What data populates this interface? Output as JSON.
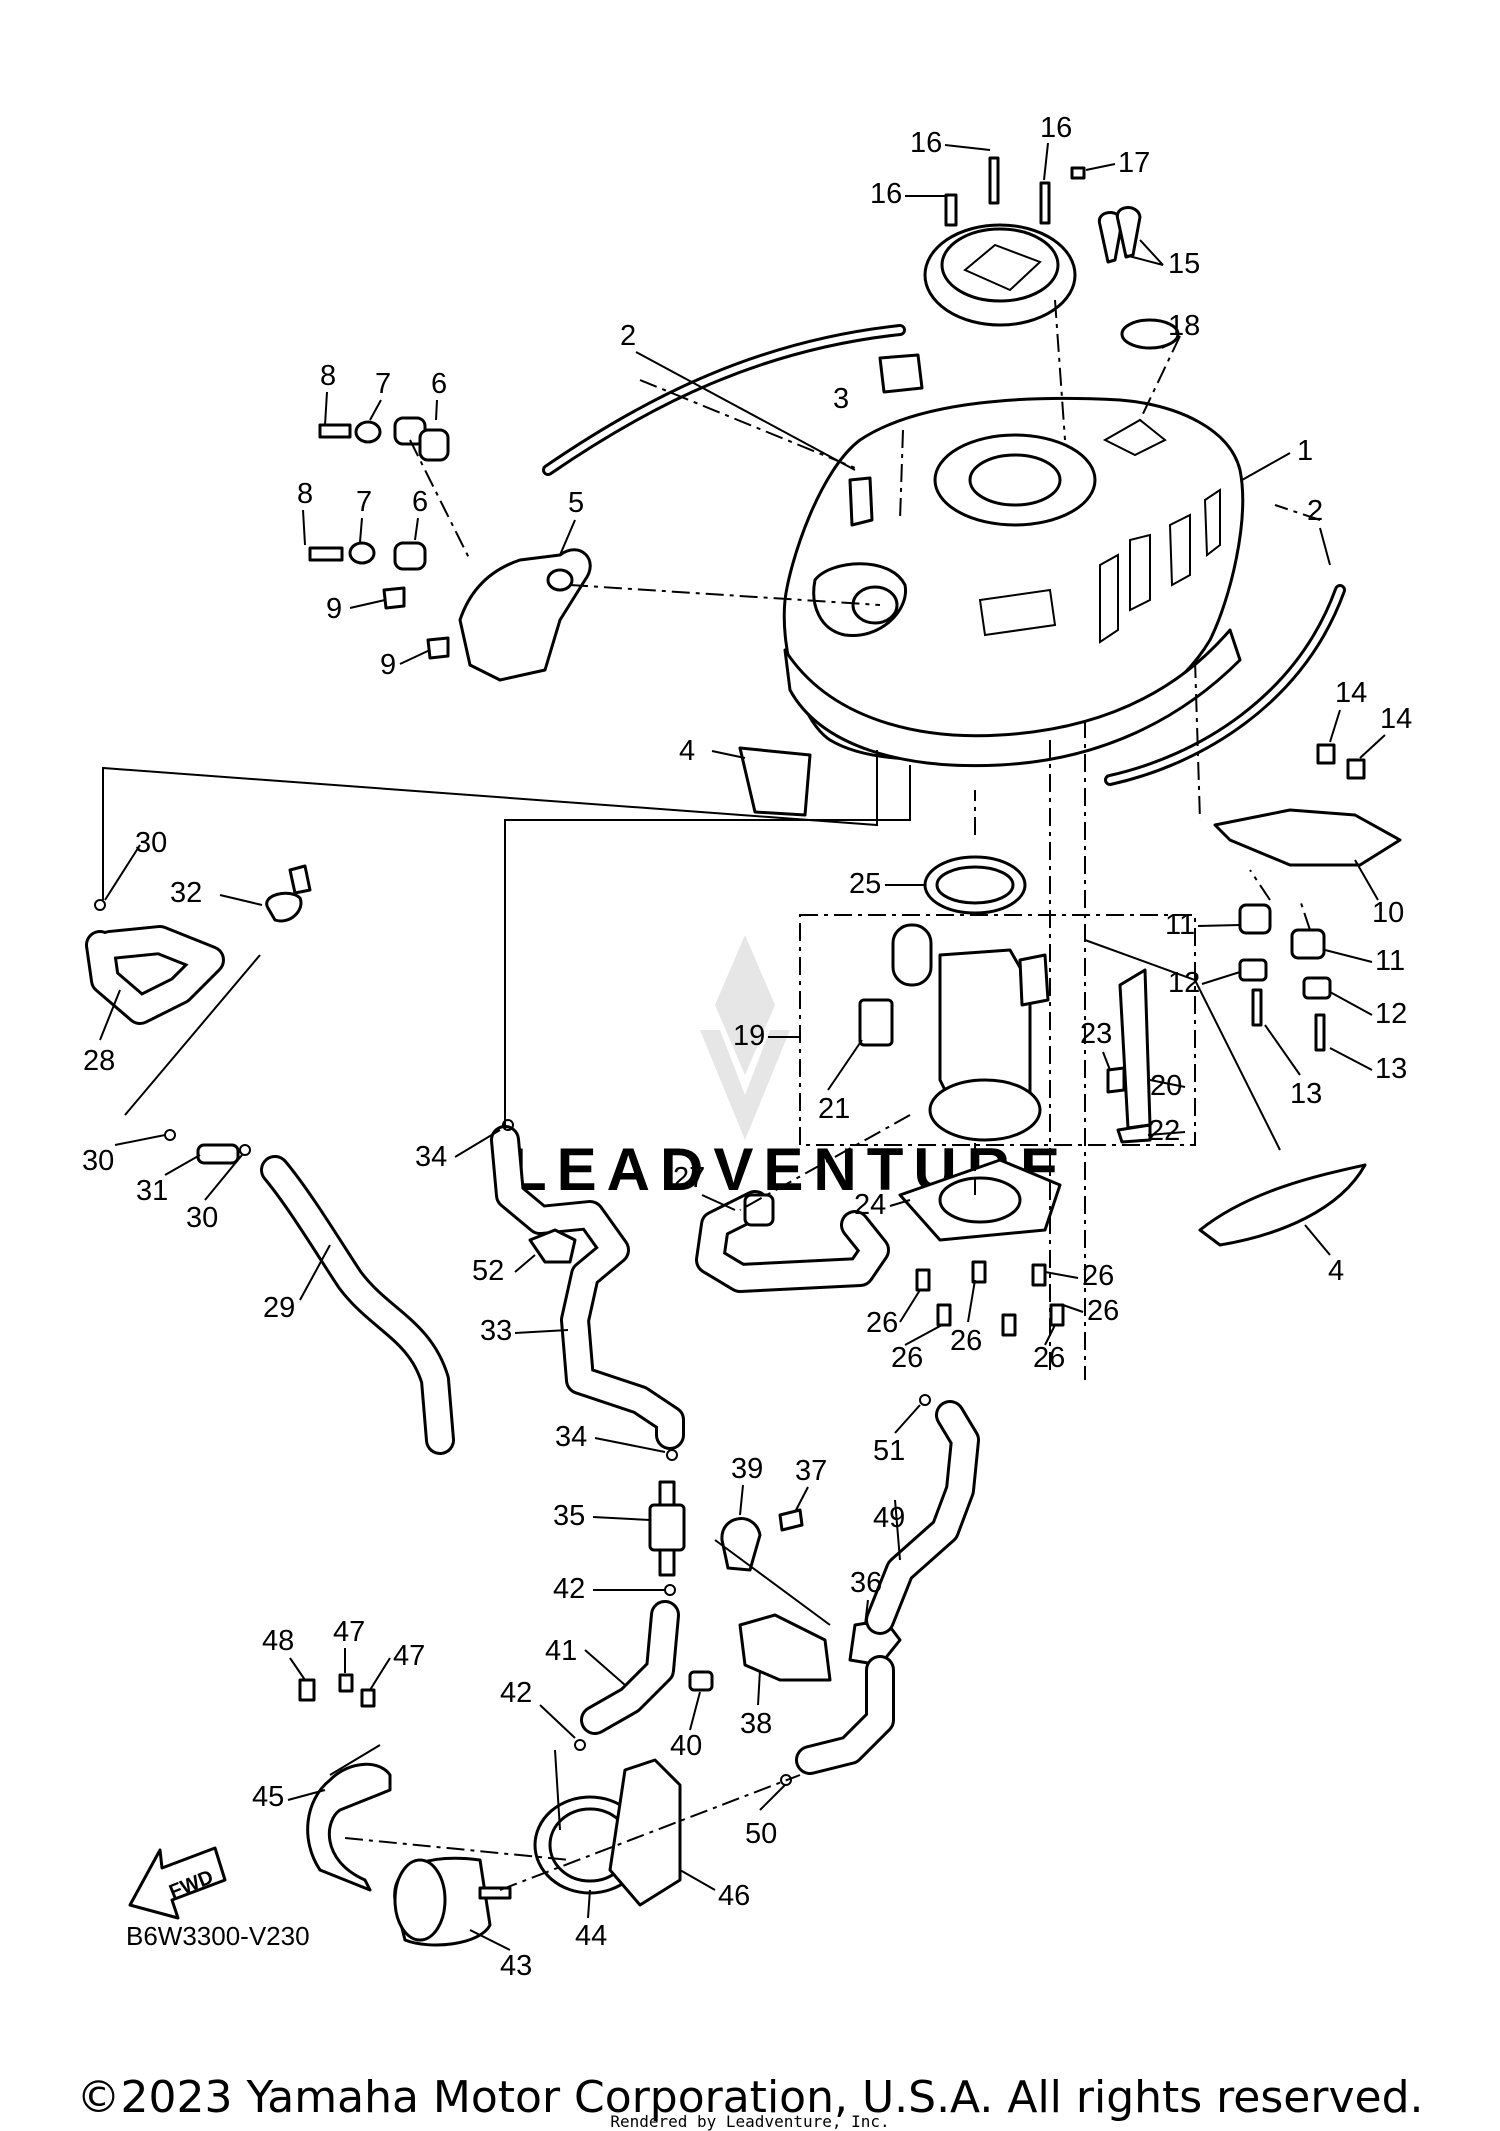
{
  "diagram": {
    "code": "B6W3300-V230",
    "fwd_label": "FWD",
    "watermark": "LEADVENTURE",
    "copyright": "©2023 Yamaha Motor Corporation, U.S.A. All rights reserved.",
    "rendered_by": "Rendered by Leadventure, Inc.",
    "callouts": [
      {
        "id": "c1",
        "text": "1"
      },
      {
        "id": "c2a",
        "text": "2"
      },
      {
        "id": "c2b",
        "text": "2"
      },
      {
        "id": "c3",
        "text": "3"
      },
      {
        "id": "c4a",
        "text": "4"
      },
      {
        "id": "c4b",
        "text": "4"
      },
      {
        "id": "c5",
        "text": "5"
      },
      {
        "id": "c6a",
        "text": "6"
      },
      {
        "id": "c6b",
        "text": "6"
      },
      {
        "id": "c7a",
        "text": "7"
      },
      {
        "id": "c7b",
        "text": "7"
      },
      {
        "id": "c8a",
        "text": "8"
      },
      {
        "id": "c8b",
        "text": "8"
      },
      {
        "id": "c9a",
        "text": "9"
      },
      {
        "id": "c9b",
        "text": "9"
      },
      {
        "id": "c10",
        "text": "10"
      },
      {
        "id": "c11a",
        "text": "11"
      },
      {
        "id": "c11b",
        "text": "11"
      },
      {
        "id": "c12a",
        "text": "12"
      },
      {
        "id": "c12b",
        "text": "12"
      },
      {
        "id": "c13a",
        "text": "13"
      },
      {
        "id": "c13b",
        "text": "13"
      },
      {
        "id": "c14a",
        "text": "14"
      },
      {
        "id": "c14b",
        "text": "14"
      },
      {
        "id": "c15",
        "text": "15"
      },
      {
        "id": "c16a",
        "text": "16"
      },
      {
        "id": "c16b",
        "text": "16"
      },
      {
        "id": "c16c",
        "text": "16"
      },
      {
        "id": "c17",
        "text": "17"
      },
      {
        "id": "c18",
        "text": "18"
      },
      {
        "id": "c19",
        "text": "19"
      },
      {
        "id": "c20",
        "text": "20"
      },
      {
        "id": "c21",
        "text": "21"
      },
      {
        "id": "c22",
        "text": "22"
      },
      {
        "id": "c23",
        "text": "23"
      },
      {
        "id": "c24",
        "text": "24"
      },
      {
        "id": "c25",
        "text": "25"
      },
      {
        "id": "c26a",
        "text": "26"
      },
      {
        "id": "c26b",
        "text": "26"
      },
      {
        "id": "c26c",
        "text": "26"
      },
      {
        "id": "c26d",
        "text": "26"
      },
      {
        "id": "c26e",
        "text": "26"
      },
      {
        "id": "c26f",
        "text": "26"
      },
      {
        "id": "c27",
        "text": "27"
      },
      {
        "id": "c28",
        "text": "28"
      },
      {
        "id": "c29",
        "text": "29"
      },
      {
        "id": "c30a",
        "text": "30"
      },
      {
        "id": "c30b",
        "text": "30"
      },
      {
        "id": "c30c",
        "text": "30"
      },
      {
        "id": "c31",
        "text": "31"
      },
      {
        "id": "c32",
        "text": "32"
      },
      {
        "id": "c33",
        "text": "33"
      },
      {
        "id": "c34a",
        "text": "34"
      },
      {
        "id": "c34b",
        "text": "34"
      },
      {
        "id": "c35",
        "text": "35"
      },
      {
        "id": "c36",
        "text": "36"
      },
      {
        "id": "c37",
        "text": "37"
      },
      {
        "id": "c38",
        "text": "38"
      },
      {
        "id": "c39",
        "text": "39"
      },
      {
        "id": "c40",
        "text": "40"
      },
      {
        "id": "c41",
        "text": "41"
      },
      {
        "id": "c42a",
        "text": "42"
      },
      {
        "id": "c42b",
        "text": "42"
      },
      {
        "id": "c43",
        "text": "43"
      },
      {
        "id": "c44",
        "text": "44"
      },
      {
        "id": "c45",
        "text": "45"
      },
      {
        "id": "c46",
        "text": "46"
      },
      {
        "id": "c47a",
        "text": "47"
      },
      {
        "id": "c47b",
        "text": "47"
      },
      {
        "id": "c48",
        "text": "48"
      },
      {
        "id": "c49",
        "text": "49"
      },
      {
        "id": "c50",
        "text": "50"
      },
      {
        "id": "c51",
        "text": "51"
      },
      {
        "id": "c52",
        "text": "52"
      }
    ]
  }
}
